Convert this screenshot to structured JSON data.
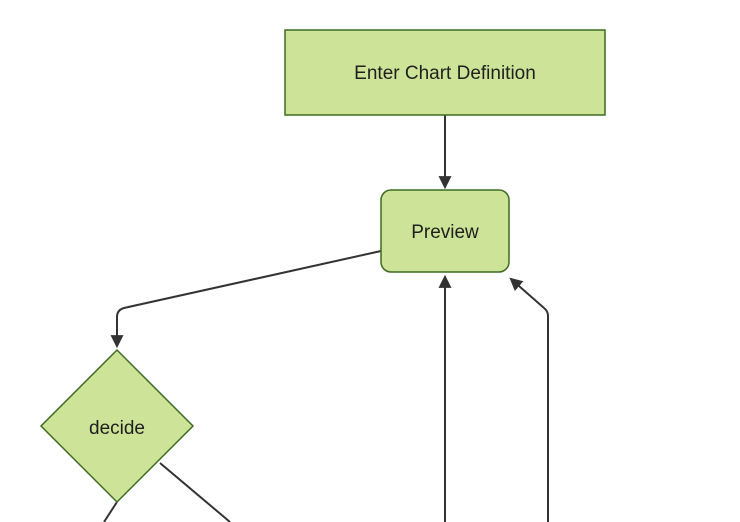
{
  "colors": {
    "node_fill": "#cde498",
    "node_border": "#3d6b21",
    "edge": "#333333",
    "text": "#1f1f1f",
    "background": "#ffffff"
  },
  "diagram": {
    "type": "flowchart",
    "direction": "top-down",
    "nodes": [
      {
        "id": "enter-chart-definition",
        "label": "Enter Chart Definition",
        "shape": "rectangle"
      },
      {
        "id": "preview",
        "label": "Preview",
        "shape": "rounded-rectangle"
      },
      {
        "id": "decide",
        "label": "decide",
        "shape": "diamond"
      }
    ],
    "edges": [
      {
        "from": "enter-chart-definition",
        "to": "preview",
        "arrow": true
      },
      {
        "from": "preview",
        "to": "decide",
        "arrow": true
      },
      {
        "from": "offscreen-bottom",
        "to": "preview",
        "arrow": true
      },
      {
        "from": "offscreen-bottom-right",
        "to": "preview",
        "arrow": true
      },
      {
        "from": "decide",
        "to": "offscreen-bottom-left",
        "arrow": false
      },
      {
        "from": "decide",
        "to": "offscreen-bottom-right",
        "arrow": false
      }
    ]
  }
}
